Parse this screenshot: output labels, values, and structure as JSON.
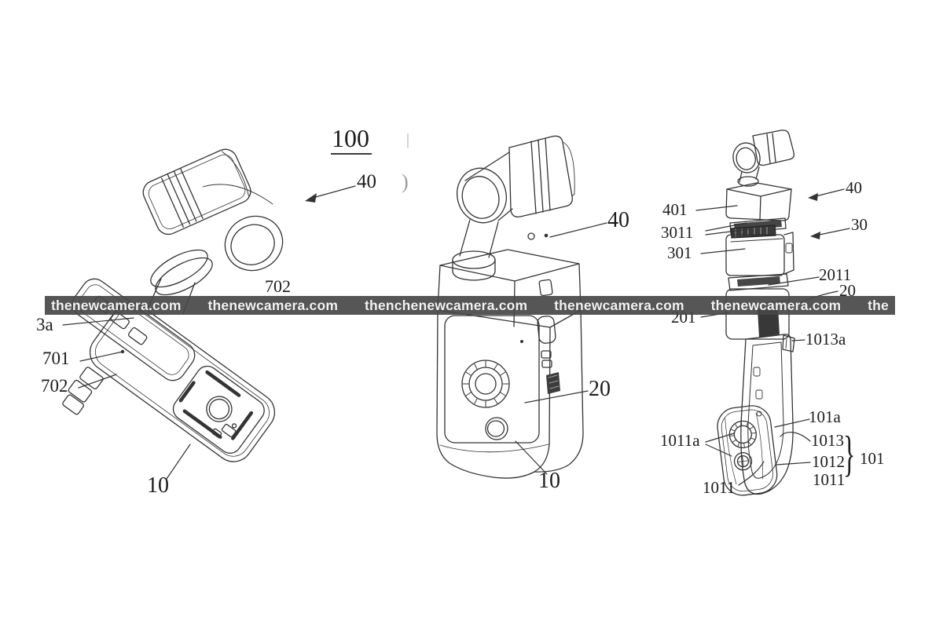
{
  "watermark": {
    "tokens": [
      "thenewcamera.com",
      "thenewcamera.com",
      "thenchenewcamera.com",
      "thenewcamera.com",
      "thenewcamera.com",
      "the"
    ],
    "bg_color": "#4a4a4a",
    "text_color": "#f4f4f4"
  },
  "reference_numerals": {
    "fig_number": "100",
    "arrow_40": "40",
    "ghost_bar": "|",
    "ghost_paren": ")",
    "left_3a": "3a",
    "left_701": "701",
    "left_702": "702",
    "left_702_top": "702",
    "left_10": "10",
    "mid_40": "40",
    "mid_20": "20",
    "mid_10": "10",
    "right_401": "401",
    "right_3011": "3011",
    "right_301": "301",
    "right_40": "40",
    "right_30": "30",
    "right_2011": "2011",
    "right_20": "20",
    "right_201": "201",
    "right_1013a": "1013a",
    "right_101a": "101a",
    "right_1011a": "1011a",
    "right_1013": "1013",
    "right_1012": "1012",
    "right_1011_group": "1011",
    "right_brace": "}",
    "right_101": "101",
    "right_1011_bottom": "1011"
  }
}
